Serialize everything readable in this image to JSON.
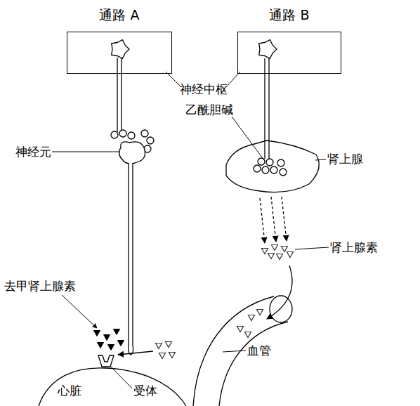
{
  "diagram": {
    "nodes": [
      {
        "text": [
          "通路 A"
        ]
      },
      {
        "text": [
          "通路 B"
        ]
      }
    ],
    "labels": [
      "神经中枢",
      "乙酰胆碱",
      "神经元",
      "肾上腺",
      "肾上腺素",
      "去甲肾上腺素",
      "血管",
      "心脏",
      "受体"
    ]
  }
}
